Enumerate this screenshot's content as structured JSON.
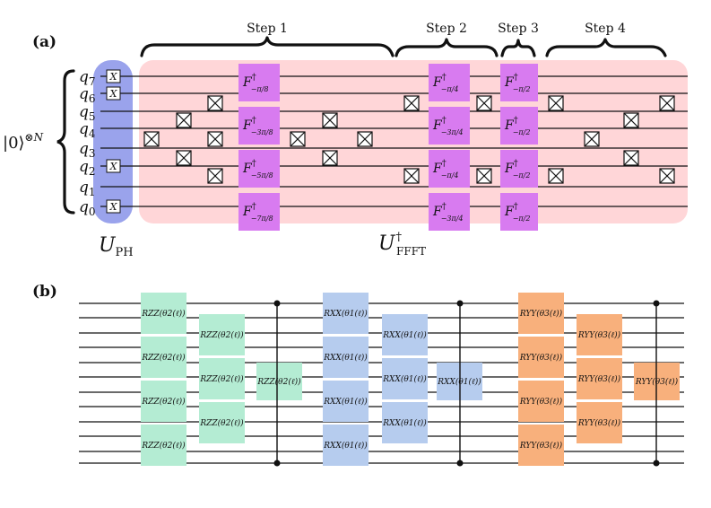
{
  "panel_a": {
    "label": "(a)",
    "steps": [
      "Step 1",
      "Step 2",
      "Step 3",
      "Step 4"
    ],
    "init_state": "|0⟩",
    "init_exp": "⊗N",
    "qubits": [
      "q7",
      "q6",
      "q5",
      "q4",
      "q3",
      "q2",
      "q1",
      "q0"
    ],
    "x_gate_label": "X",
    "ph_caption": "U",
    "ph_sub": "PH",
    "fffft_caption": "U",
    "fffft_sup": "†",
    "fffft_sub": "FFFT",
    "f_letter": "F",
    "f_dagger": "†",
    "step1_fgates": [
      "−π/8",
      "−3π/8",
      "−5π/8",
      "−7π/8"
    ],
    "step2_fgates": [
      "−π/4",
      "−3π/4",
      "−π/4",
      "−3π/4"
    ],
    "step3_fgates": [
      "−π/2",
      "−π/2",
      "−π/2",
      "−π/2"
    ],
    "colors": {
      "ph_bg": "#9aa3ec",
      "fffft_bg": "#ffd6d8",
      "fgate": "#d87bf0"
    }
  },
  "panel_b": {
    "label": "(b)",
    "rzz_label": "RZZ(θ2(ℓ))",
    "rxx_label": "RXX(θ1(ℓ))",
    "ryy_label": "RYY(θ3(ℓ))",
    "colors": {
      "zz": "#b4ecd3",
      "xx": "#b6ccee",
      "yy": "#f8b07c"
    }
  }
}
